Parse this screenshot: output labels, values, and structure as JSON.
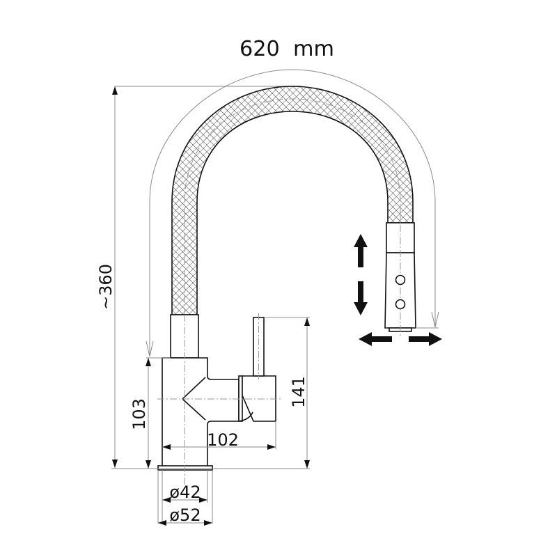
{
  "diagram": {
    "title": "Kitchen faucet with pull-out spray – dimension drawing",
    "colors": {
      "background": "#ffffff",
      "outline": "#111111",
      "dimension_line": "#8a8a8a",
      "center_line": "#999999",
      "hatch": "#333333"
    },
    "dimensions": {
      "spout_reach_arc": "620  mm",
      "total_height": "~360",
      "body_height": "103",
      "lever_height": "141",
      "lever_projection": "102",
      "inner_base_diameter": "ø42",
      "outer_base_diameter": "ø52"
    },
    "symbols": {
      "movement_arrows": [
        "arrow-up",
        "arrow-down",
        "arrow-left",
        "arrow-right"
      ],
      "spray_buttons": 2
    }
  }
}
